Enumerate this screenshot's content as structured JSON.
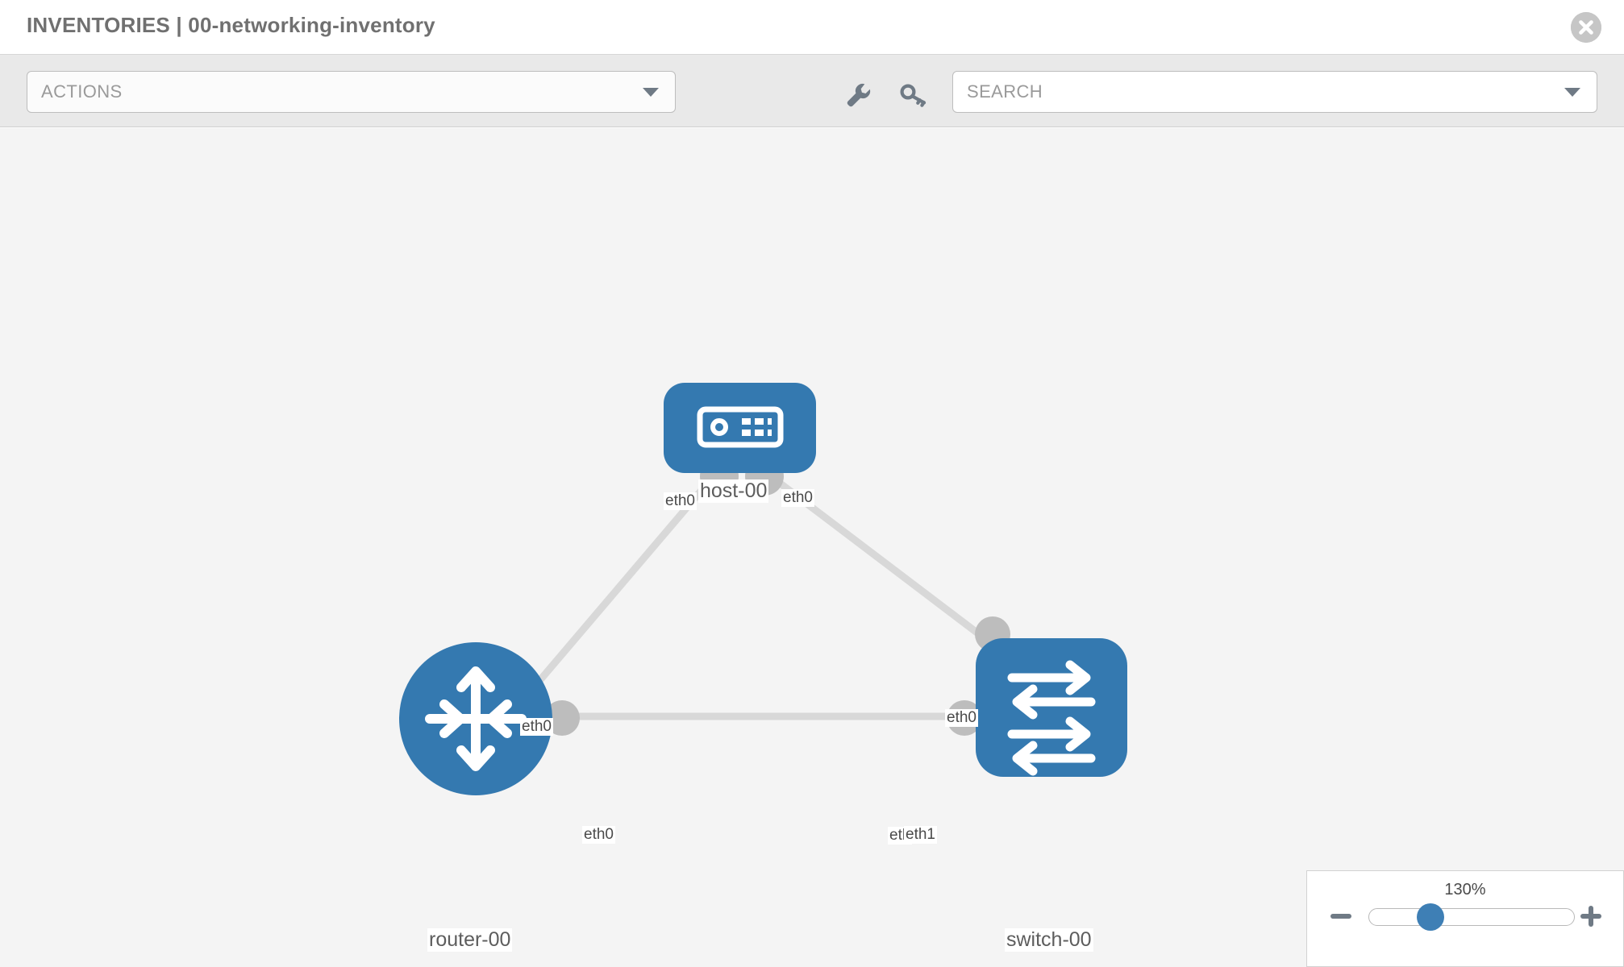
{
  "header": {
    "title": "INVENTORIES | 00-networking-inventory",
    "close_icon": "close-circle-icon"
  },
  "toolbar": {
    "actions_label": "ACTIONS",
    "actions_caret_icon": "chevron-down-icon",
    "wrench_icon": "wrench-icon",
    "key_icon": "key-icon",
    "search_placeholder": "SEARCH",
    "search_value": "SEARCH",
    "search_caret_icon": "chevron-down-icon"
  },
  "topology": {
    "accent_color": "#3479b0",
    "connector_color": "#bdbdbd",
    "link_color": "#d8d8d8",
    "canvas_background": "#f4f4f4",
    "nodes": [
      {
        "id": "host-00",
        "label": "host-00",
        "type": "host",
        "icon": "server-appliance-icon",
        "shape": "rounded-rect"
      },
      {
        "id": "router-00",
        "label": "router-00",
        "type": "router",
        "icon": "router-four-arrows-icon",
        "shape": "circle"
      },
      {
        "id": "switch-00",
        "label": "switch-00",
        "type": "switch",
        "icon": "switch-arrows-icon",
        "shape": "rounded-square"
      }
    ],
    "interface_labels": [
      {
        "id": "host-left",
        "text": "eth0"
      },
      {
        "id": "host-right",
        "text": "eth0"
      },
      {
        "id": "router-up",
        "text": "eth0"
      },
      {
        "id": "switch-up",
        "text": "eth0"
      },
      {
        "id": "router-right",
        "text": "eth0"
      },
      {
        "id": "switch-left-a",
        "text": "eth"
      },
      {
        "id": "switch-left-b",
        "text": "eth1"
      }
    ]
  },
  "zoom_control": {
    "value_label": "130%",
    "minus_icon": "minus-icon",
    "plus_icon": "plus-icon",
    "slider_name": "zoom-slider"
  }
}
